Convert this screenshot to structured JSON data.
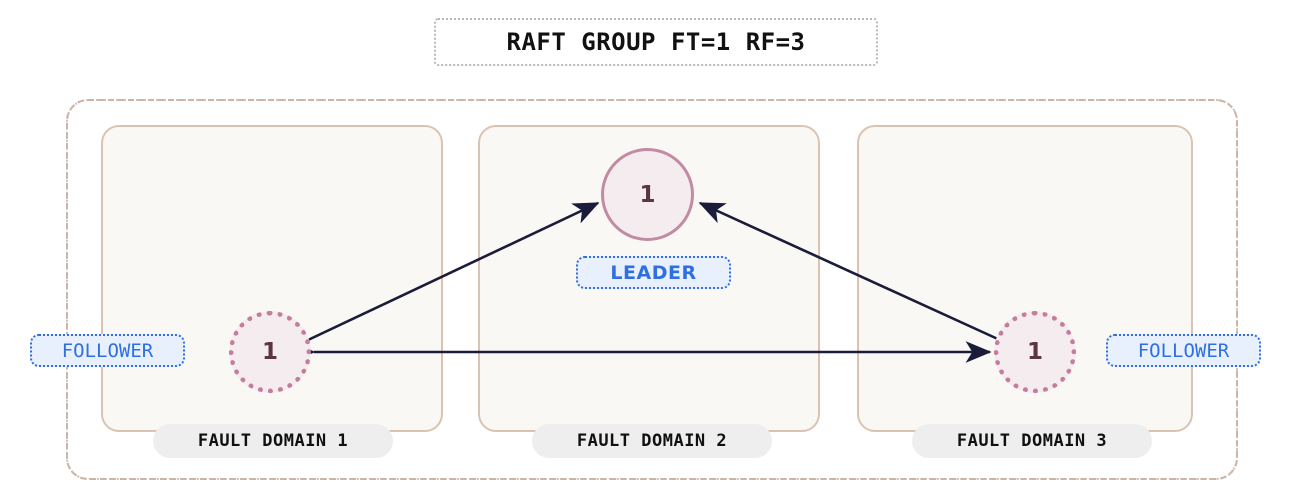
{
  "title": {
    "text": "RAFT GROUP FT=1 RF=3"
  },
  "colors": {
    "background": "#ffffff",
    "outer_border": "#cbb5a6",
    "fault_domain_fill": "#faf8f5",
    "fault_domain_border": "#d9c4b4",
    "node_fill": "#f5ecf0",
    "leader_border": "#c08ba3",
    "follower_border": "#c47d9c",
    "node_text": "#5c3545",
    "edge": "#1b1b3a",
    "badge_fill": "#e8f0fe",
    "badge_border": "#2f6fe0",
    "badge_text": "#2f6fe0",
    "domain_label_fill": "#eeeeee",
    "domain_label_text": "#111111",
    "title_border": "#b9b9b9"
  },
  "fault_domains": [
    {
      "label": "FAULT DOMAIN 1"
    },
    {
      "label": "FAULT DOMAIN 2"
    },
    {
      "label": "FAULT DOMAIN 3"
    }
  ],
  "nodes": [
    {
      "id": "leader",
      "value": "1",
      "role": "LEADER",
      "border_style": "solid",
      "fault_domain": "FAULT DOMAIN 2"
    },
    {
      "id": "follower-1",
      "value": "1",
      "role": "FOLLOWER",
      "border_style": "dotted",
      "fault_domain": "FAULT DOMAIN 1"
    },
    {
      "id": "follower-2",
      "value": "1",
      "role": "FOLLOWER",
      "border_style": "dotted",
      "fault_domain": "FAULT DOMAIN 3"
    }
  ],
  "badges": {
    "leader": "LEADER",
    "follower_left": "FOLLOWER",
    "follower_right": "FOLLOWER"
  },
  "edges": [
    {
      "from": "follower-1",
      "to": "leader",
      "direction": "bidirectional"
    },
    {
      "from": "follower-2",
      "to": "leader",
      "direction": "bidirectional"
    },
    {
      "from": "follower-1",
      "to": "follower-2",
      "direction": "bidirectional"
    }
  ]
}
